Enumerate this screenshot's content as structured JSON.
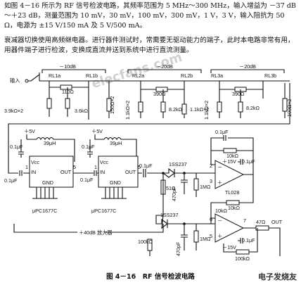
{
  "text": {
    "p1": "如图 4－16 所示为 RF 信号检波电路，其频率范围为 5 MHz～300 MHz，输入增益为 －37 dB～＋23 dB，测量范围为 10 mV，30 mV，100 mV，300 mV，1 V，3 V，输入阻抗为 50 Ω，电源为 ±15 V/150 mA 及 5 V/500 mA。",
    "p2": "衰减器切换使用高频继电器。进行器件测试时，常需要无驱动能力的端子，此时本电路非常有用，用器件端子进行检波，变换成直流并送到系统中进行直流测量。",
    "caption": "图 4－16　RF 信号检波电路",
    "watermark_center": "elecfans.com",
    "watermark_corner": "电子发烧友"
  },
  "circuit": {
    "input_label": "输入",
    "attenuators": [
      {
        "label": "－10dB",
        "relay_a": "RL1a",
        "relay_b": "RL1b",
        "series_r": "110Ω",
        "shunt_left": "3.9kΩ×2",
        "shunt_mid": "3.6kΩ",
        "shunt_right": "150Ω×2"
      },
      {
        "label": "－20dB",
        "relay_a": "RL2a",
        "relay_b": "RL2b",
        "series_r": "390Ω",
        "shunt_left": "1.1kΩ×2",
        "shunt_mid": "8.2kΩ",
        "shunt_right": "1.1kΩ×2"
      },
      {
        "label": "－20dB",
        "relay_a": "RL3a",
        "relay_b": "RL3b",
        "series_r": "390Ω",
        "shunt_left": "1.1kΩ×2",
        "shunt_mid": "8.2kΩ",
        "shunt_right": "100Ω×2"
      }
    ],
    "amplifier": {
      "supply": "＋5V",
      "cap": "0.1μF",
      "inductor": "39μH",
      "ic_label": "μPC1677C",
      "pin_vcc": "Vcc",
      "pin_in": "IN",
      "pin_out": "OUT",
      "pin_gnd": "GND",
      "pin1": "1",
      "pin5": "5",
      "block_label": "＋40dB 放大器"
    },
    "detector": {
      "coupling_cap": "0.1μF",
      "diode_top": "1SS237",
      "diode_bottom": "1SS237",
      "r_term": "51Ω",
      "cap_470": "470pF",
      "r_1m": "1MΩ",
      "r_10k_a": "10kΩ",
      "r_10k_b": "10kΩ",
      "r_10k_c": "10kΩ",
      "r_100k": "100kΩ",
      "r_100k_b": "100kΩ",
      "cap_fb": "0.1μF",
      "cap_dec": "0.1μF",
      "v_pos": "＋15V",
      "v_neg": "－15V",
      "opamp": "TL028",
      "pin2": "2",
      "pin3": "3",
      "pin5": "5",
      "pin6": "6",
      "pin7": "7",
      "r_out": "47Ω",
      "out_label": "OUT",
      "plus": "＋",
      "minus": "－"
    }
  }
}
